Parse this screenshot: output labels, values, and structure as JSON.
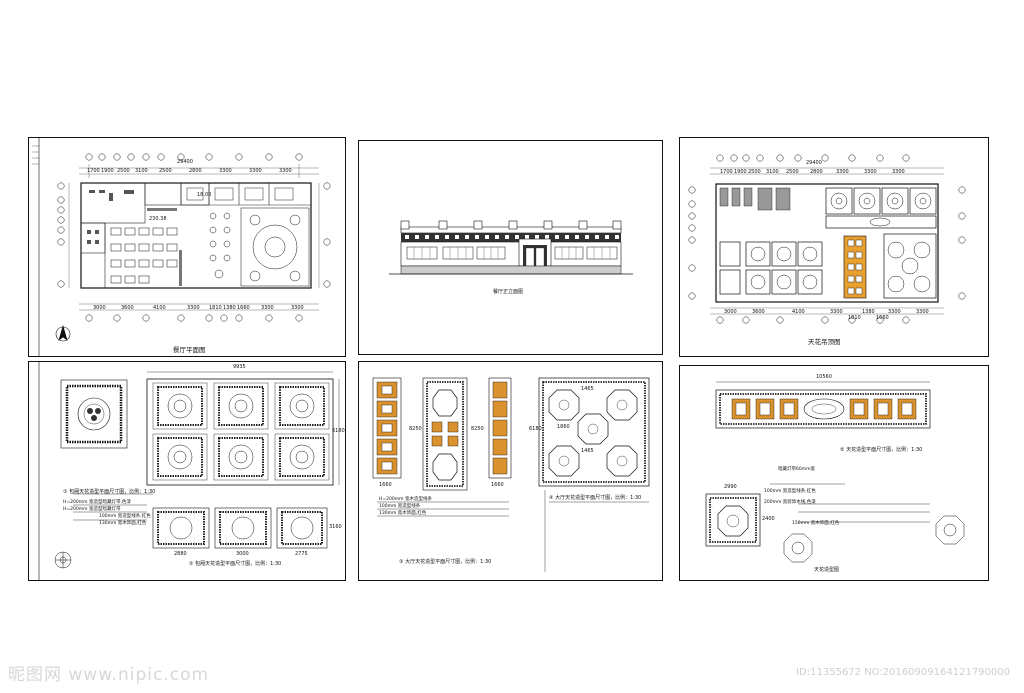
{
  "sheets": {
    "floor_plan": {
      "caption": "餐厅平面图",
      "top_dims": [
        "29400",
        "1700",
        "1900",
        "2500",
        "3100",
        "2500",
        "2800",
        "3300",
        "3300",
        "3300"
      ],
      "bottom_dims": [
        "3000",
        "3600",
        "4100",
        "3300",
        "1810",
        "1380",
        "1660",
        "3300",
        "3300"
      ],
      "mid_dims": [
        "230.38",
        "18.00"
      ]
    },
    "elevation": {
      "caption": "餐厅正立面图"
    },
    "ceiling_plan": {
      "caption": "天花吊顶图",
      "top_dims": [
        "29400",
        "1700",
        "1900",
        "2500",
        "3100",
        "2500",
        "2800",
        "3300",
        "3300",
        "3300"
      ],
      "bottom_dims": [
        "3000",
        "3600",
        "4100",
        "3300",
        "1810",
        "1380",
        "1660",
        "3300",
        "3300"
      ]
    },
    "detail_a": {
      "total_dim": "9935",
      "side_dim": "6180",
      "lower_dims": [
        "2880",
        "3000",
        "2775"
      ],
      "lower_side": "3160",
      "caption1": "① 包厢天花造型平面尺寸图，比例：1:30",
      "caption2": "② 包厢天花造型平面尺寸图，比例：1:30",
      "note1": "H=200mm 宽造型暗藏灯带,色漆",
      "note2": "H=200mm 宽造型暗藏灯带",
      "note3": "100mm 宽造型线条,红色",
      "note4": "130mm 宽木饰面,红色"
    },
    "detail_b": {
      "caption": "③ 大厅天花造型平面尺寸图，比例：1:30",
      "side_dims": [
        "8250",
        "8250",
        "6180"
      ],
      "width_dims": [
        "1660",
        "1660"
      ],
      "top_dims": [
        "1465",
        "1465",
        "1860"
      ],
      "caption_right": "④ 大厅天花造型平面尺寸图，比例：1:30",
      "note1": "H=200mm 宽木造型线条",
      "note2": "100mm 宽造型线条",
      "note3": "130mm 宽木饰面,红色"
    },
    "detail_c": {
      "total_dim": "10560",
      "caption": "⑤ 天花造型平面尺寸图，比例：1:30",
      "note1": "200mm 宽装饰木线,色漆",
      "note2": "100mm 宽造型线条,红色",
      "note3": "150mm 宽木饰面,红色",
      "note4": "暗藏灯带60mm宽",
      "side_dim": "2990",
      "side_dim2": "2400",
      "caption2": "天花造型图"
    }
  },
  "watermark": {
    "text": "昵图网 www.nipic.com"
  },
  "id_text": "ID:11355672 NO:20160909164121790000"
}
